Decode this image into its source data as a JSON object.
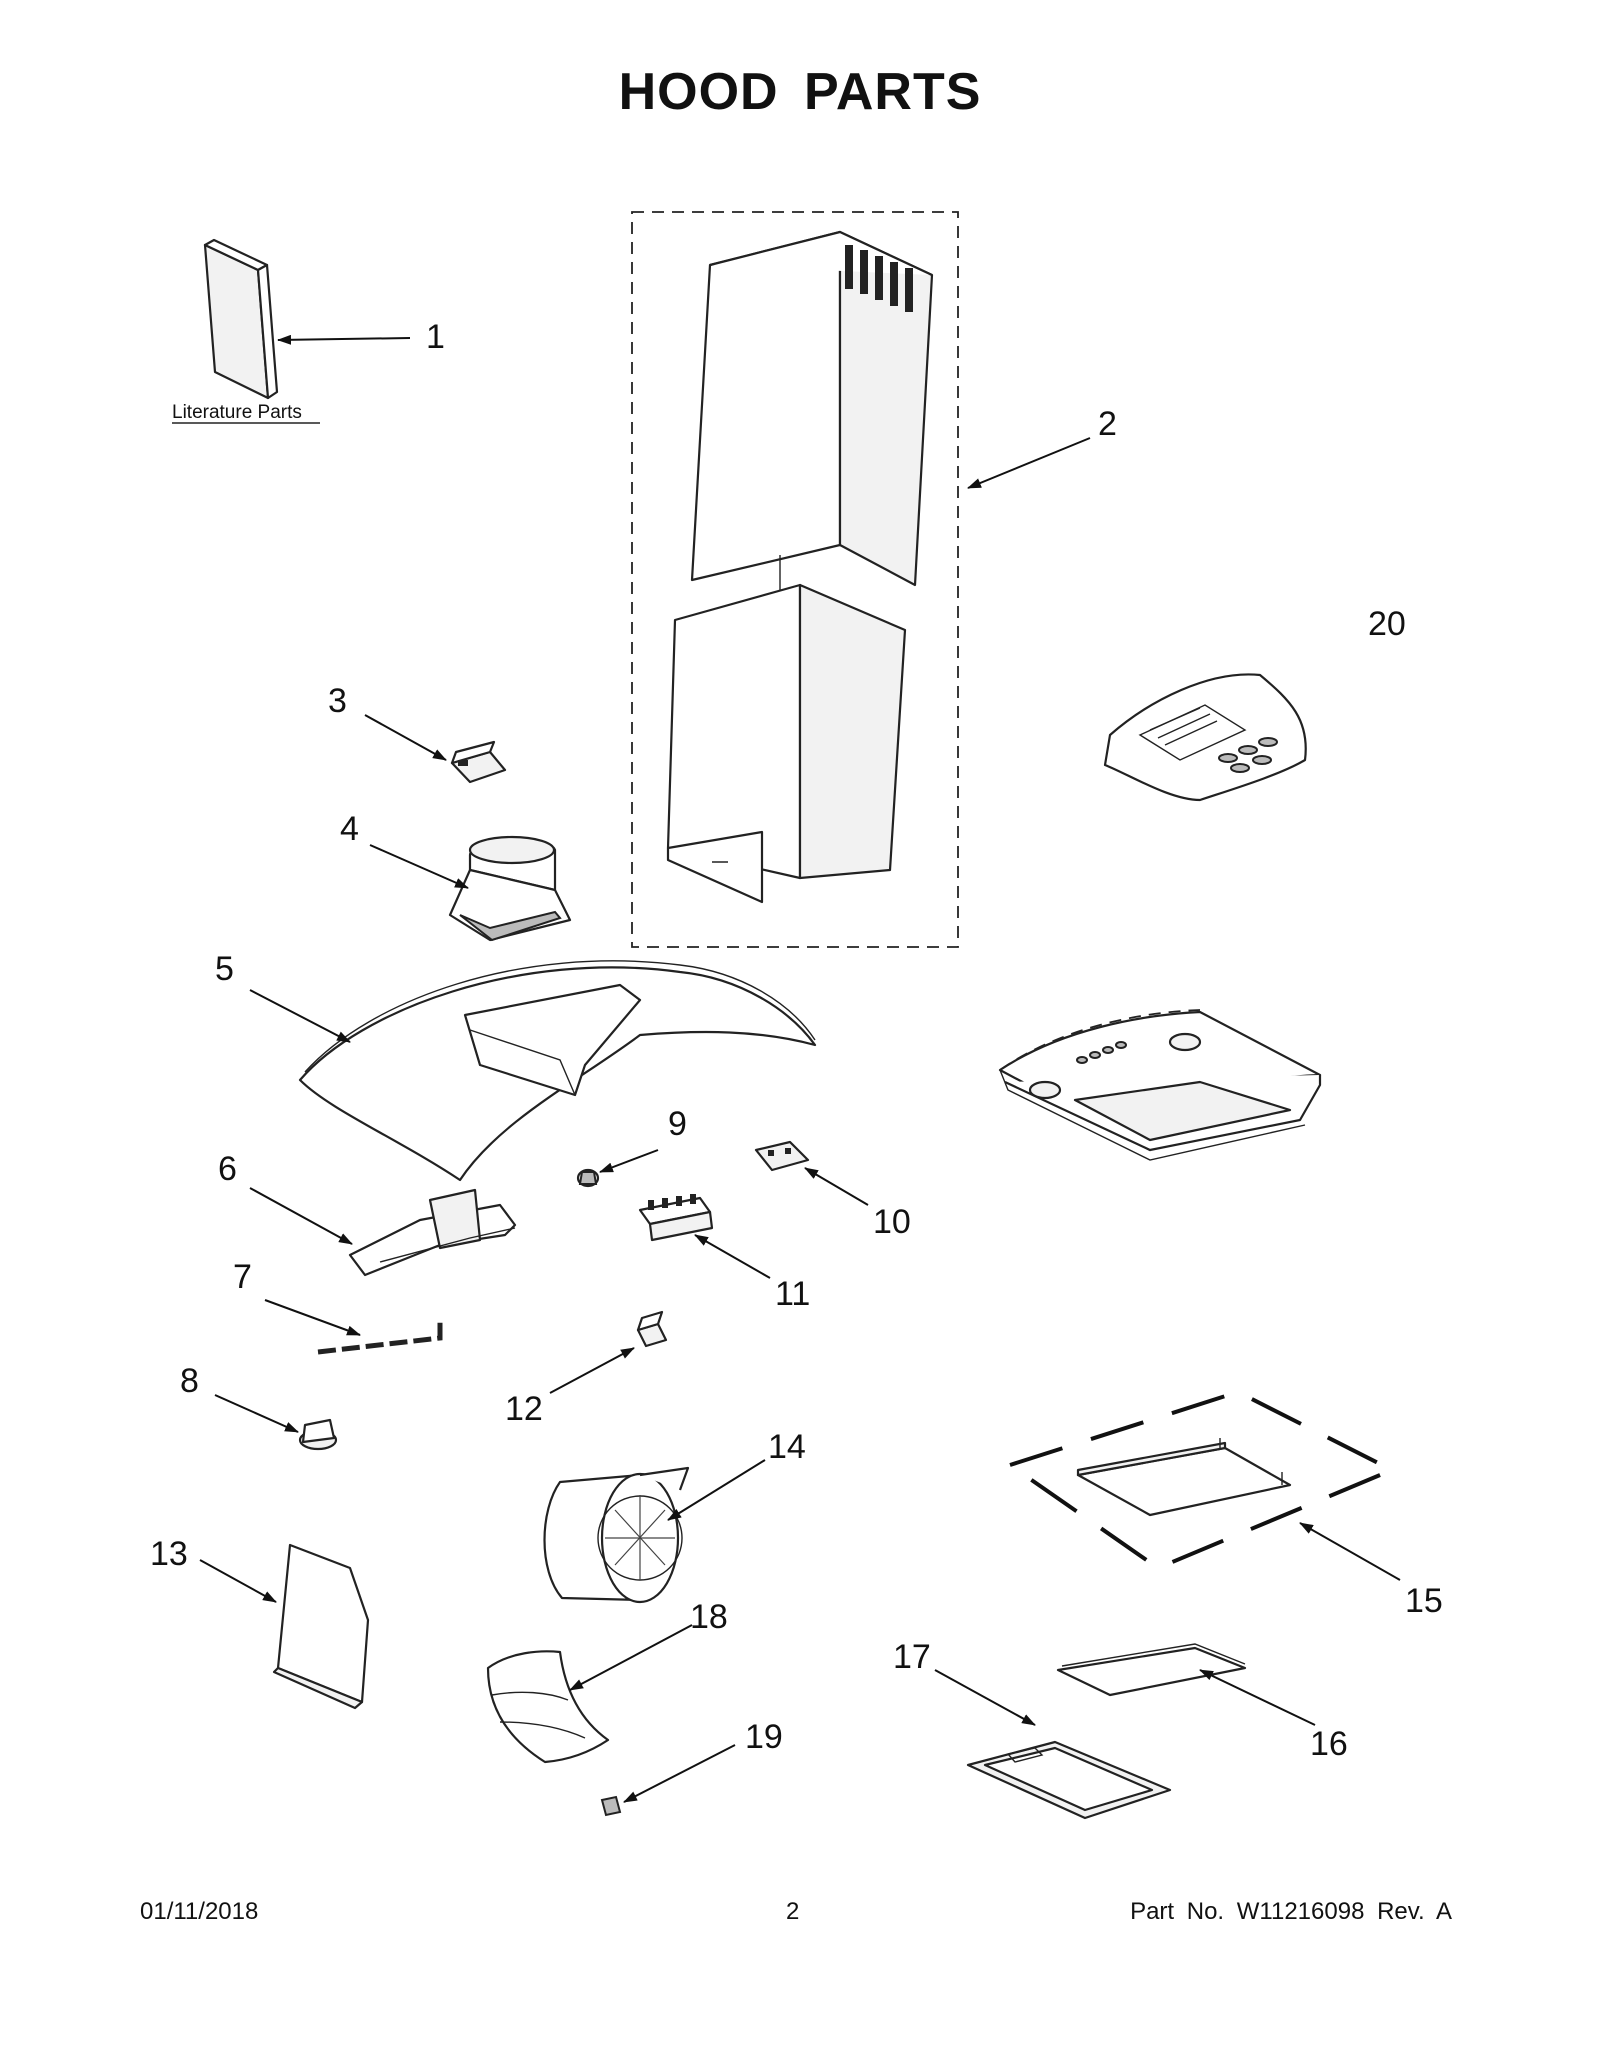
{
  "title": "HOOD  PARTS",
  "literature_label": "Literature Parts",
  "callouts": [
    {
      "id": "1",
      "label": "1"
    },
    {
      "id": "2",
      "label": "2"
    },
    {
      "id": "3",
      "label": "3"
    },
    {
      "id": "4",
      "label": "4"
    },
    {
      "id": "5",
      "label": "5"
    },
    {
      "id": "6",
      "label": "6"
    },
    {
      "id": "7",
      "label": "7"
    },
    {
      "id": "8",
      "label": "8"
    },
    {
      "id": "9",
      "label": "9"
    },
    {
      "id": "10",
      "label": "10"
    },
    {
      "id": "11",
      "label": "11"
    },
    {
      "id": "12",
      "label": "12"
    },
    {
      "id": "13",
      "label": "13"
    },
    {
      "id": "14",
      "label": "14"
    },
    {
      "id": "15",
      "label": "15"
    },
    {
      "id": "16",
      "label": "16"
    },
    {
      "id": "17",
      "label": "17"
    },
    {
      "id": "18",
      "label": "18"
    },
    {
      "id": "19",
      "label": "19"
    },
    {
      "id": "20",
      "label": "20"
    }
  ],
  "footer": {
    "date": "01/11/2018",
    "page": "2",
    "part_number": "Part No.  W11216098  Rev.  A"
  }
}
